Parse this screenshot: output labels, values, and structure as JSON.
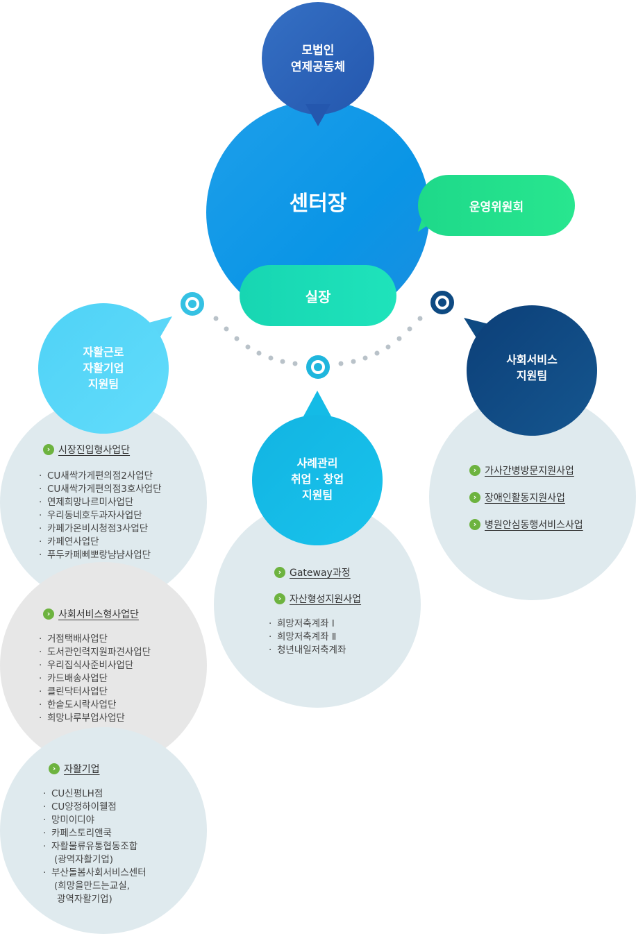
{
  "nodes": {
    "corporation": {
      "line1": "모법인",
      "line2": "연제공동체"
    },
    "director": {
      "label": "센터장"
    },
    "committee": {
      "label": "운영위원회"
    },
    "manager": {
      "label": "실장"
    },
    "self_support_team": {
      "line1": "자활근로",
      "line2": "자활기업",
      "line3": "지원팀"
    },
    "case_team": {
      "line1": "사례관리",
      "line2": "취업 · 창업",
      "line3": "지원팀"
    },
    "social_team": {
      "line1": "사회서비스",
      "line2": "지원팀"
    }
  },
  "groups": {
    "market": {
      "title": "시장진입형사업단",
      "items": [
        "CU새싹가게편의점2사업단",
        "CU새싹가게편의점3호사업단",
        "연제희망나르미사업단",
        "우리동네호두과자사업단",
        "카페가온비시청점3사업단",
        "카페연사업단",
        "푸두카페삐뽀랑냠냠사업단"
      ]
    },
    "social_service_type": {
      "title": "사회서비스형사업단",
      "items": [
        "거점택배사업단",
        "도서관인력지원파견사업단",
        "우리집식사준비사업단",
        "카드배송사업단",
        "클린닥터사업단",
        "한솥도시락사업단",
        "희망나루부업사업단"
      ]
    },
    "enterprise": {
      "title": "자활기업",
      "items": [
        {
          "text": "CU신평LH점"
        },
        {
          "text": "CU양정하이웰점"
        },
        {
          "text": "망미이디야"
        },
        {
          "text": "카페스토리앤쿡"
        },
        {
          "text": "자활물류유통협동조합",
          "sub": "(광역자활기업)"
        },
        {
          "text": "부산돌봄사회서비스센터",
          "sub": "(희망을만드는교실,",
          "sub2": "광역자활기업)"
        }
      ]
    },
    "case_mgmt": {
      "link1": "Gateway과정",
      "link2": "자산형성지원사업",
      "items": [
        "희망저축계좌 Ⅰ",
        "희망저축계좌 Ⅱ",
        "청년내일저축계좌"
      ]
    },
    "social": {
      "link1": "가사간병방문지원사업",
      "link2": "장애인활동지원사업",
      "link3": "병원안심동행서비스사업"
    }
  },
  "icons": {
    "arrow": "›"
  },
  "colors": {
    "corporation": "#2a62b8",
    "director": "#1aa3ee",
    "committee": "#22de8a",
    "manager": "#19dbb3",
    "self_support": "#5ad6f8",
    "case": "#14bbe6",
    "social": "#0e4a82",
    "bg_light_blue": "#dfeaee",
    "bg_light_gray": "#e7e7e7",
    "green_icon": "#6db33f"
  }
}
